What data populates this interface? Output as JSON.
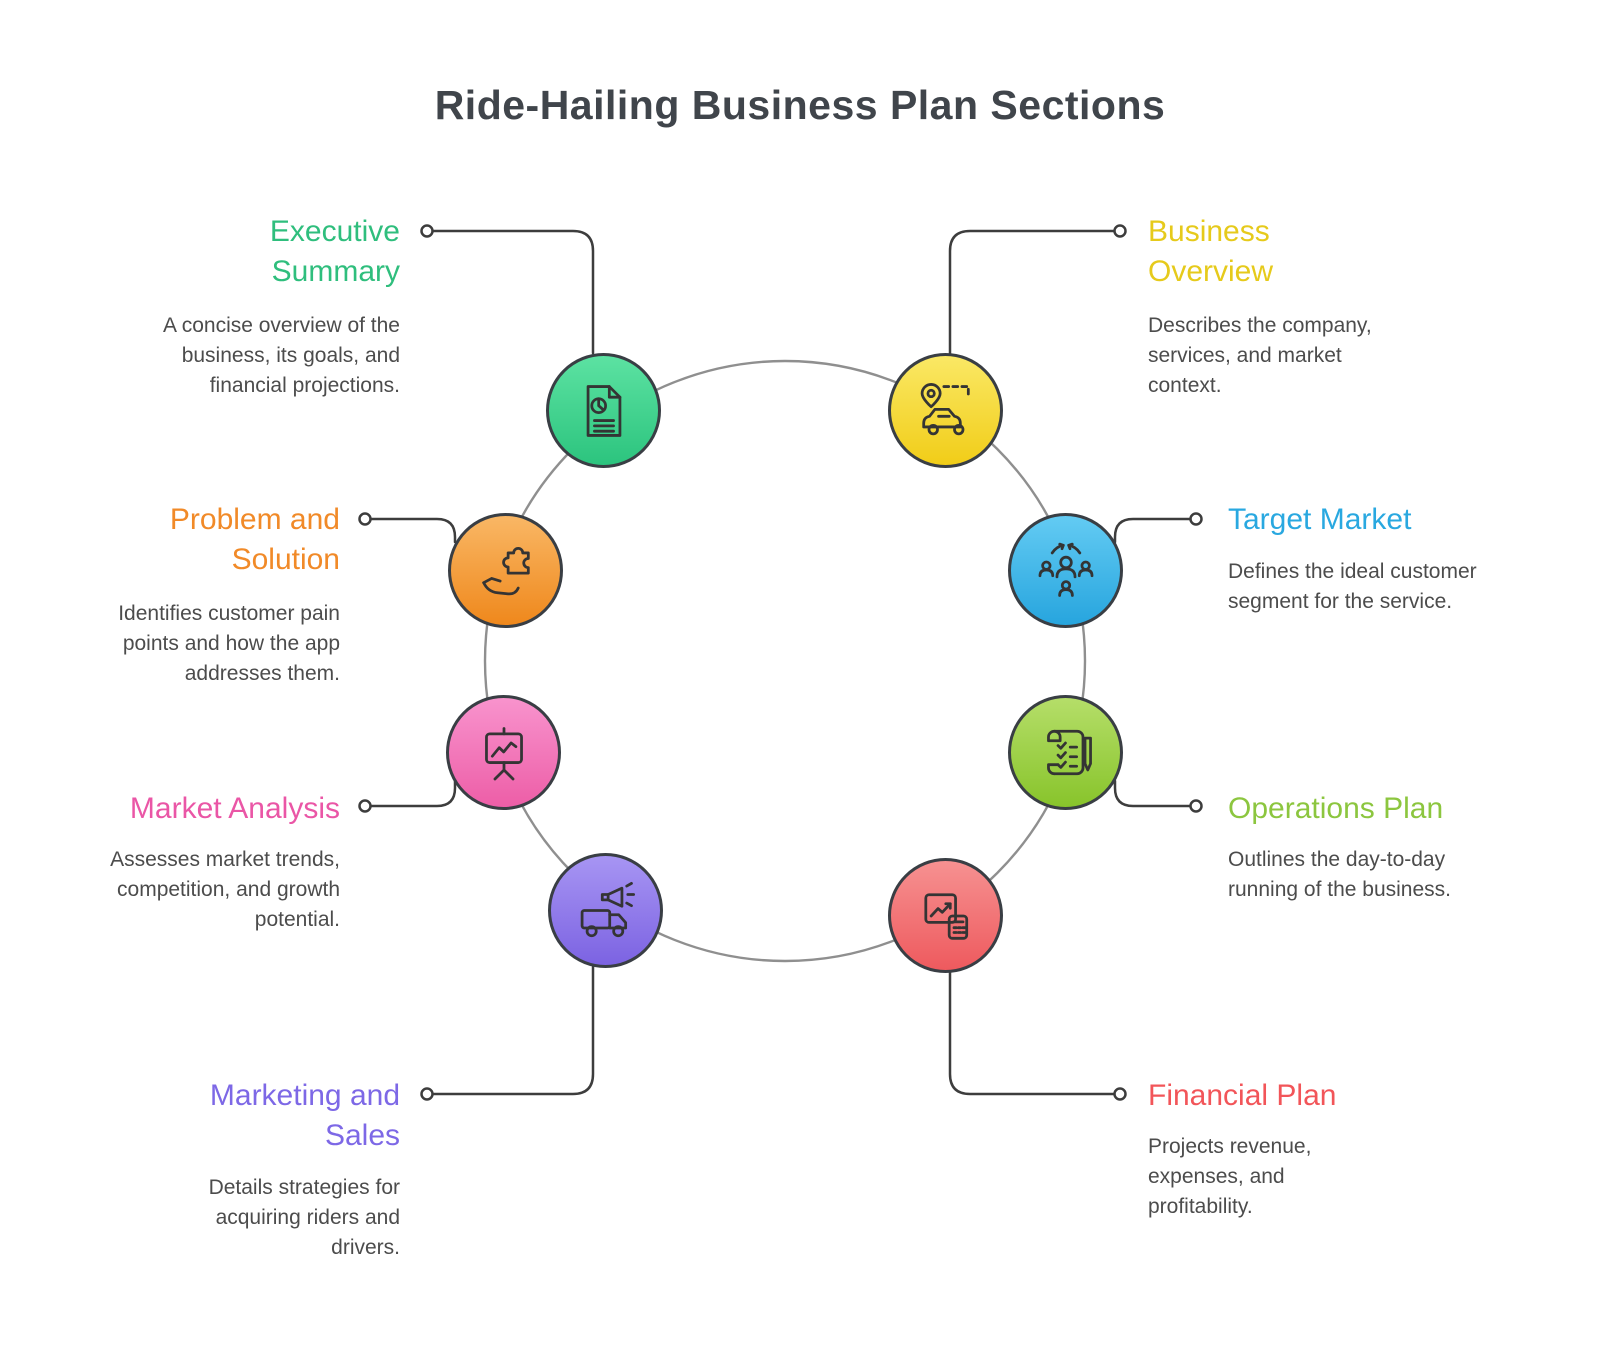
{
  "page_title": "Ride-Hailing Business Plan Sections",
  "page_title_color": "#40454b",
  "ring_color": "#8f8f8f",
  "connector_color": "#3d3d3d",
  "sections": [
    {
      "name": "executive-summary",
      "title": "Executive Summary",
      "description": "A concise overview of the business, its goals, and financial projections.",
      "title_color": "#2fbe7d",
      "node_gradient": [
        "#5ce2a2",
        "#2cc47e"
      ],
      "icon": "document-pie-chart-icon"
    },
    {
      "name": "business-overview",
      "title": "Business Overview",
      "description": "Describes the company, services, and market context.",
      "title_color": "#e6ca1b",
      "node_gradient": [
        "#fae865",
        "#f1cd18"
      ],
      "icon": "taxi-route-icon"
    },
    {
      "name": "target-market",
      "title": "Target Market",
      "description": "Defines the ideal customer segment for the service.",
      "title_color": "#29a8e0",
      "node_gradient": [
        "#63cbf3",
        "#27a5de"
      ],
      "icon": "customer-network-icon"
    },
    {
      "name": "operations-plan",
      "title": "Operations Plan",
      "description": "Outlines the day-to-day running of the business.",
      "title_color": "#8cc63f",
      "node_gradient": [
        "#b5de69",
        "#88c42b"
      ],
      "icon": "checklist-pen-icon"
    },
    {
      "name": "financial-plan",
      "title": "Financial Plan",
      "description": "Projects revenue, expenses, and profitability.",
      "title_color": "#f25559",
      "node_gradient": [
        "#f69191",
        "#ee5a5e"
      ],
      "icon": "chart-calculator-icon"
    },
    {
      "name": "marketing-and-sales",
      "title": "Marketing and Sales",
      "description": "Details strategies for acquiring riders and drivers.",
      "title_color": "#7d68e6",
      "node_gradient": [
        "#a795f3",
        "#7c63e2"
      ],
      "icon": "promo-truck-megaphone-icon"
    },
    {
      "name": "market-analysis",
      "title": "Market Analysis",
      "description": "Assesses market trends, competition, and growth potential.",
      "title_color": "#ea56a6",
      "node_gradient": [
        "#f893cd",
        "#ed5ea7"
      ],
      "icon": "presentation-chart-icon"
    },
    {
      "name": "problem-and-solution",
      "title": "Problem and Solution",
      "description": "Identifies customer pain points and how the app addresses them.",
      "title_color": "#f18a28",
      "node_gradient": [
        "#f9b765",
        "#ef881c"
      ],
      "icon": "puzzle-hand-icon"
    }
  ]
}
